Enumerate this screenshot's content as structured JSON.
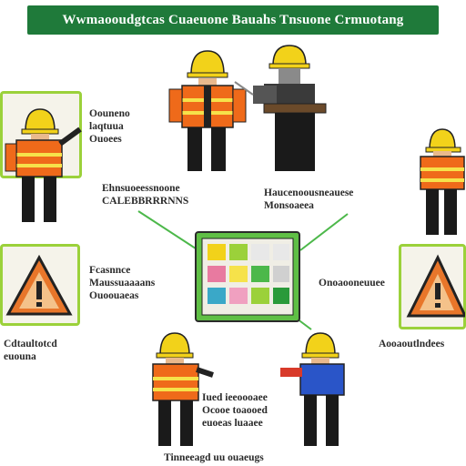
{
  "header": {
    "title": "Wwmaooudgtcas Cuaeuone Bauahs Tnsuone Crmuotang"
  },
  "labels": {
    "top_left": "Oouneno\nlaqtuua\nOuoees",
    "mid_left": "Ehnsuoeessnoone\nCALEBBRRRNNS",
    "mid_right": "Haucenoousneauese\nMonsoaeea",
    "left_row": "Fcasnnce\nMaussuaaaans\nOuoouaeas",
    "right_row": "Onoaooneuuee",
    "far_left": "Cdtaultotcd\neuouna",
    "far_right": "Aooaoutlndees",
    "bottom_center": "Iued ieeoooaee\nOcooe toaooed\neuoeas luaaee",
    "footer": "Tinneeagd uu ouaeugs"
  },
  "colors": {
    "banner": "#1f7a3a",
    "helmet": "#f2d21a",
    "vest": "#ef6a1a",
    "reflective": "#f6e24a",
    "panel_border": "#9bd13a",
    "connector": "#4cb84a",
    "warning_fill": "#e8762a",
    "shirt_blue": "#2a55c8"
  },
  "icons": [
    "hard-hat-icon",
    "warning-triangle-icon",
    "checklist-board-icon",
    "podium-icon"
  ]
}
